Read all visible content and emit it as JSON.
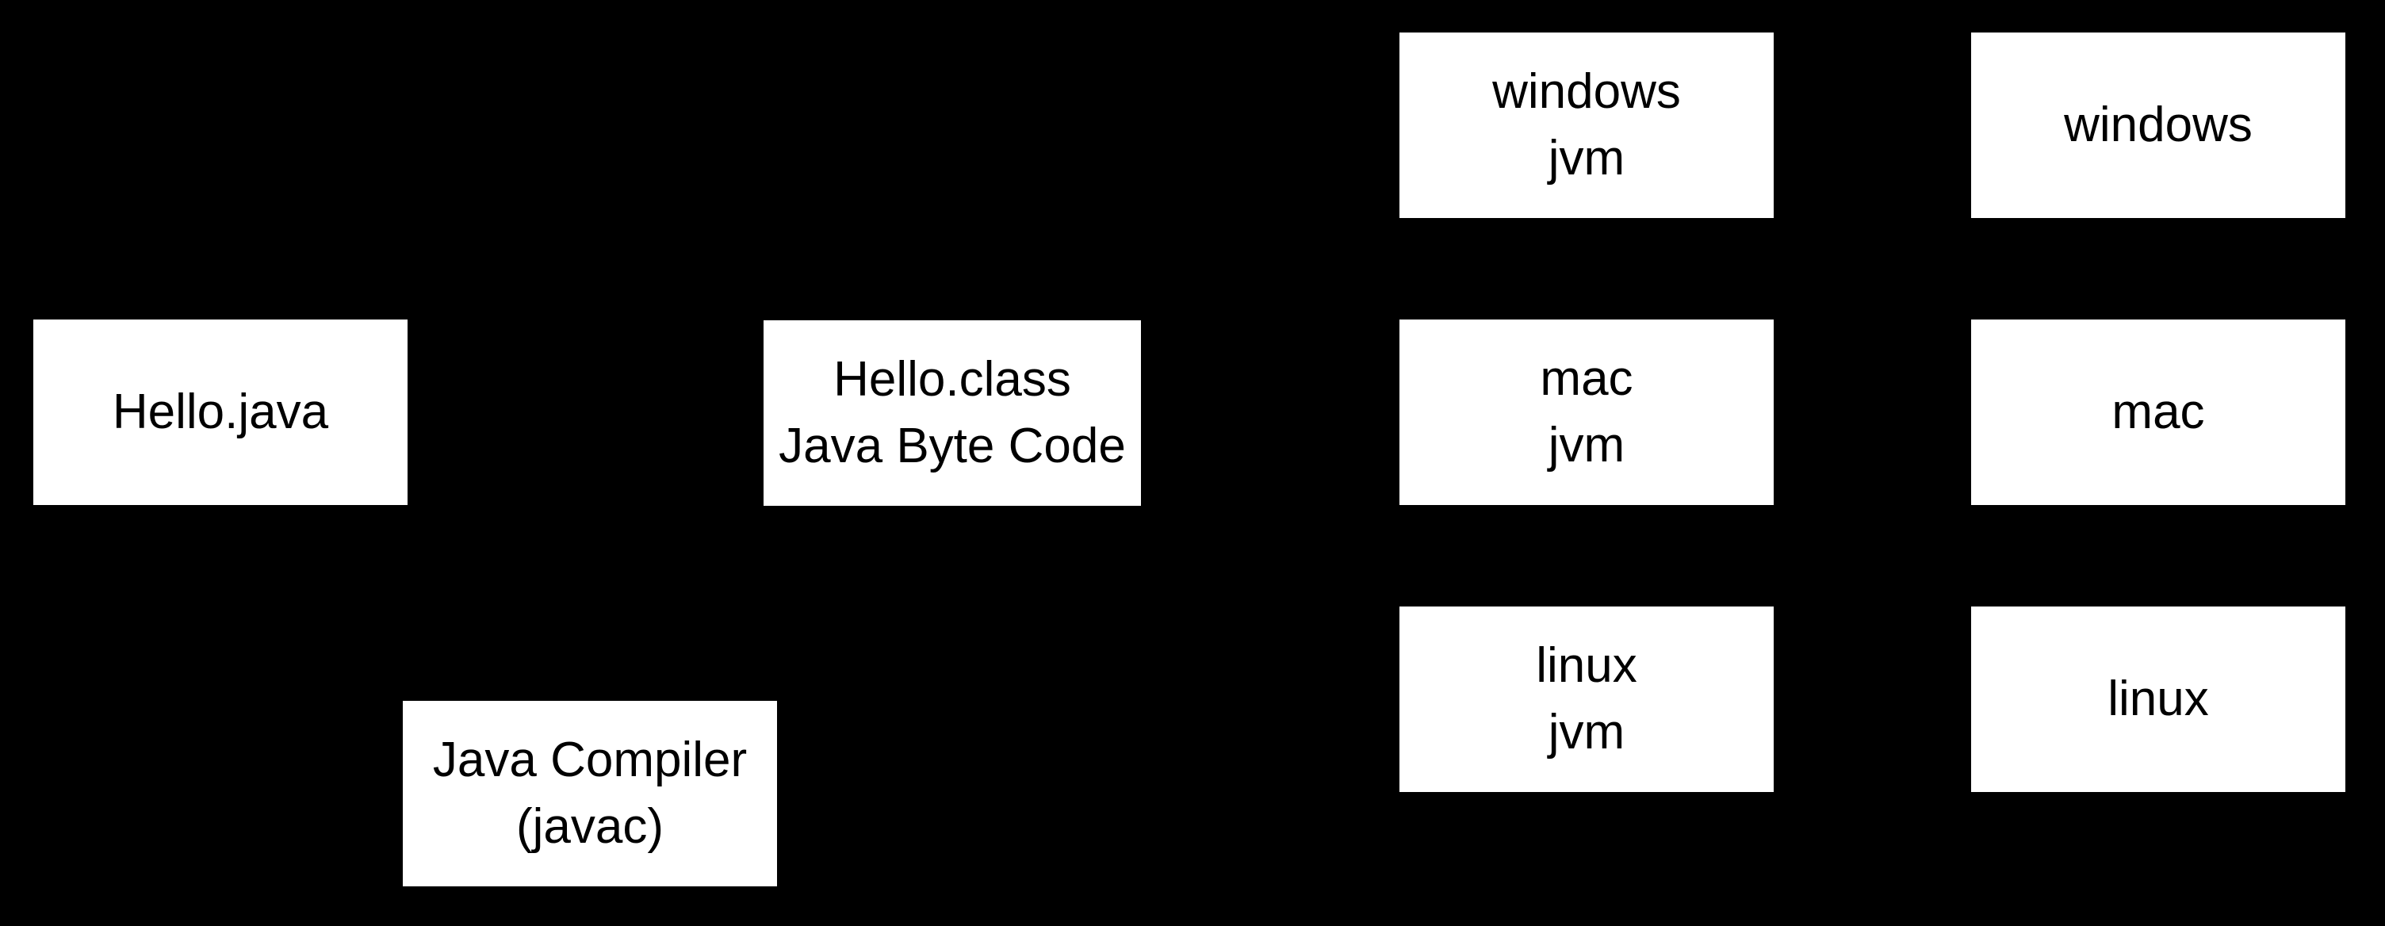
{
  "colors": {
    "background": "#000000",
    "node_fill": "#ffffff",
    "node_text": "#000000"
  },
  "nodes": {
    "hello_java": {
      "line1": "Hello.java"
    },
    "java_compiler": {
      "line1": "Java Compiler",
      "line2": "(javac)"
    },
    "hello_class": {
      "line1": "Hello.class",
      "line2": "Java Byte Code"
    },
    "windows_jvm": {
      "line1": "windows",
      "line2": "jvm"
    },
    "mac_jvm": {
      "line1": "mac",
      "line2": "jvm"
    },
    "linux_jvm": {
      "line1": "linux",
      "line2": "jvm"
    },
    "windows_os": {
      "line1": "windows"
    },
    "mac_os": {
      "line1": "mac"
    },
    "linux_os": {
      "line1": "linux"
    }
  }
}
